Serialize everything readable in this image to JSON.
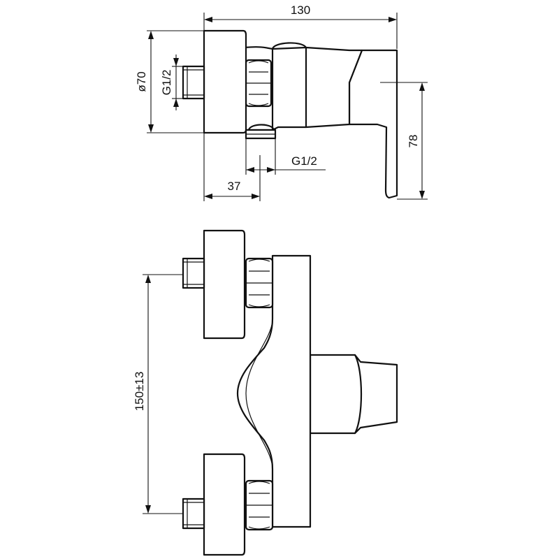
{
  "drawing": {
    "dimensions": {
      "overall_width": "130",
      "diameter": "ø70",
      "inlet_thread_top": "G1/2",
      "outlet_thread": "G1/2",
      "outlet_offset": "37",
      "handle_height": "78",
      "inlet_spacing": "150±13"
    }
  }
}
